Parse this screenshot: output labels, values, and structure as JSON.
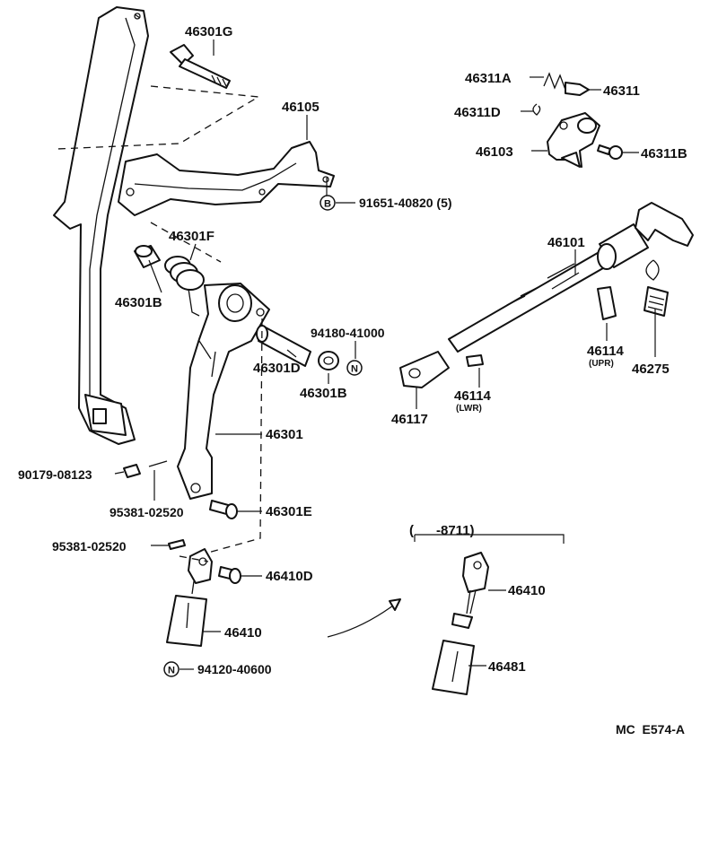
{
  "labels": {
    "l46301G": "46301G",
    "l46105": "46105",
    "l46311A": "46311A",
    "l46311": "46311",
    "l46311D": "46311D",
    "l46103": "46103",
    "l46311B": "46311B",
    "l91651": "91651-40820 (5)",
    "l46301F": "46301F",
    "l46301B_a": "46301B",
    "l46101": "46101",
    "l94180": "94180-41000",
    "l46301D": "46301D",
    "l46301B_b": "46301B",
    "l46114_upr": "46114",
    "l46114_upr_sub": "(UPR)",
    "l46275": "46275",
    "l46114_lwr": "46114",
    "l46114_lwr_sub": "(LWR)",
    "l46117": "46117",
    "l46301": "46301",
    "l90179": "90179-08123",
    "l95381_a": "95381-02520",
    "l46301E": "46301E",
    "l95381_b": "95381-02520",
    "l46410D": "46410D",
    "l46410_a": "46410",
    "l94120": "94120-40600",
    "l8711": "(      -8711)",
    "l46410_b": "46410",
    "l46481": "46481",
    "code": "MC  E574-A"
  },
  "symbols": {
    "bolt_mark": "B",
    "nut_mark_a": "N",
    "nut_mark_b": "N"
  }
}
